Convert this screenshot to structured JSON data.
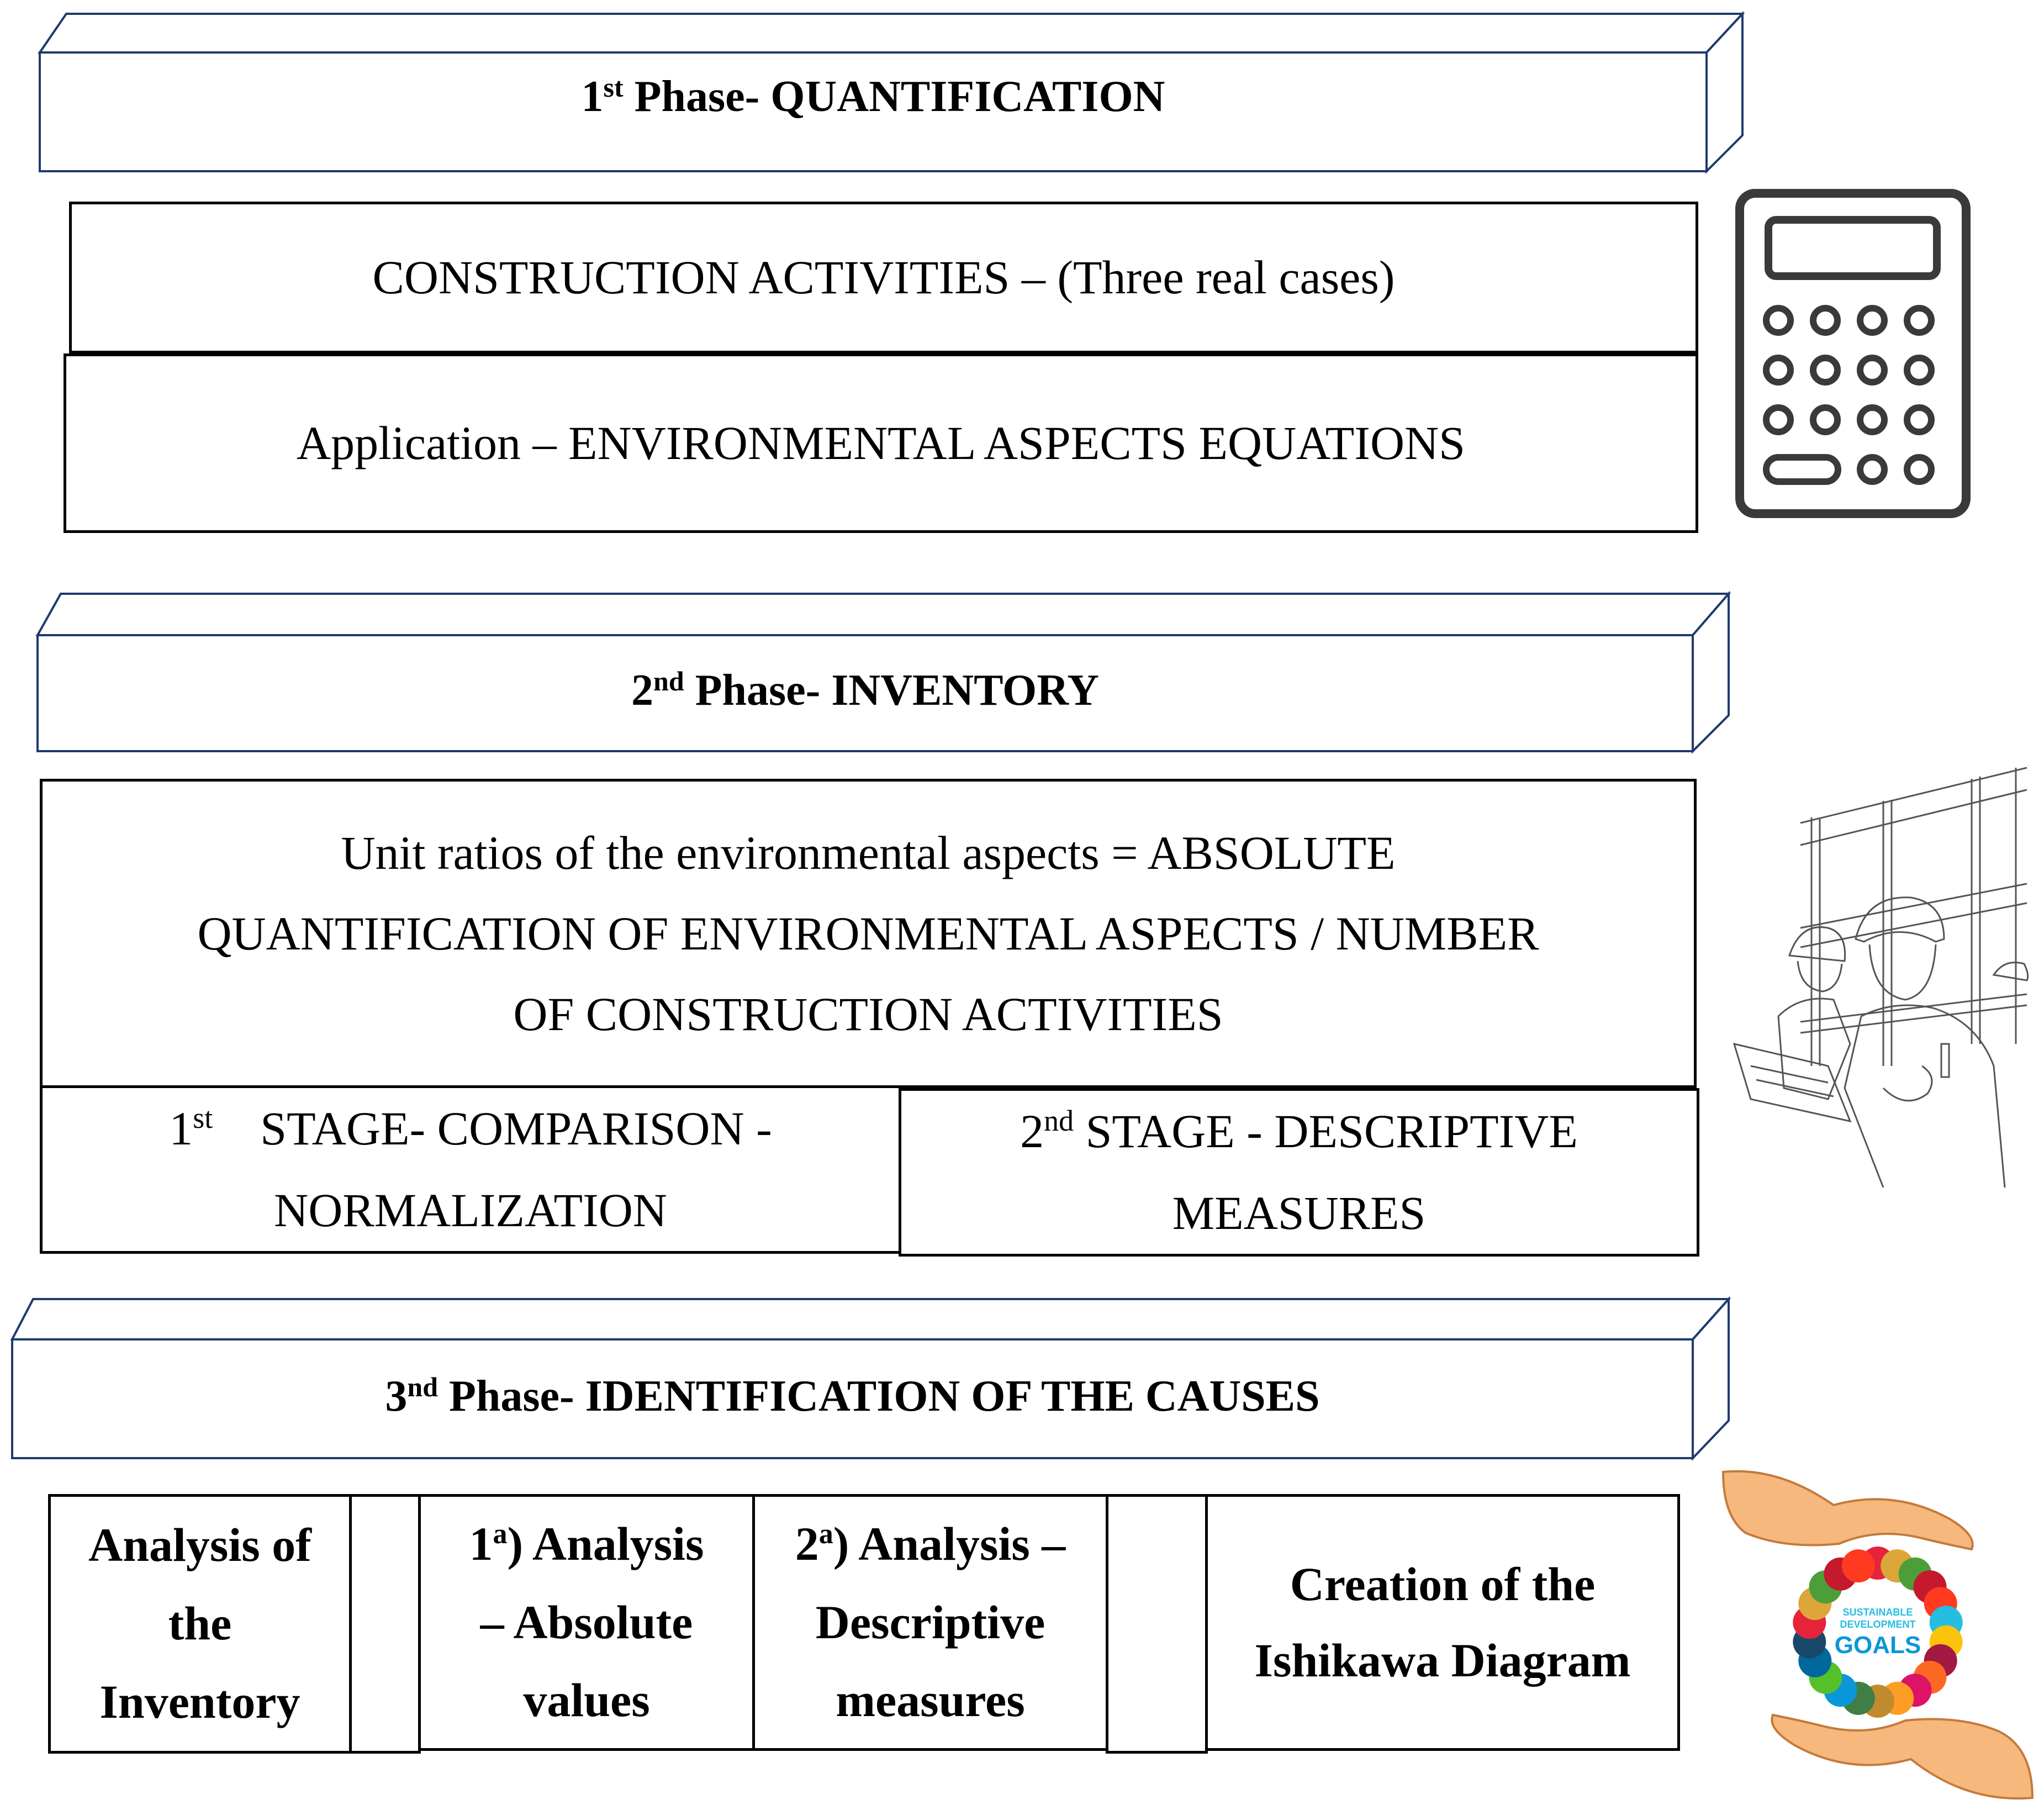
{
  "phases": [
    {
      "ordinal": "1",
      "suffix": "st",
      "title": " Phase- QUANTIFICATION",
      "boxes": [
        "CONSTRUCTION  ACTIVITIES  – (Three real cases)",
        "Application – ENVIRONMENTAL  ASPECTS EQUATIONS"
      ],
      "icon": "calculator-icon"
    },
    {
      "ordinal": "2",
      "suffix": "nd",
      "title": " Phase- INVENTORY",
      "main_box": {
        "line1": "Unit ratios of the environmental aspects = ABSOLUTE",
        "line2": "QUANTIFICATION  OF ENVIRONMENTAL  ASPECTS / NUMBER",
        "line3": "OF CONSTRUCTION  ACTIVITIES"
      },
      "stages": [
        {
          "ordinal": "1",
          "suffix": "st",
          "line1_rest": "    STAGE- COMPARISON -",
          "line2": "NORMALIZATION"
        },
        {
          "ordinal": "2",
          "suffix": "nd",
          "line1_rest": " STAGE - DESCRIPTIVE",
          "line2": "MEASURES"
        }
      ],
      "icon": "construction-workers-illustration"
    },
    {
      "ordinal": "3",
      "suffix": "nd",
      "title": " Phase- IDENTIFICATION OF THE CAUSES",
      "steps": [
        {
          "lines": [
            "Analysis of",
            "the",
            "Inventory"
          ]
        },
        {
          "ordinal": "1",
          "suffix": "a",
          "line1_rest": ") Analysis",
          "lines": [
            "– Absolute",
            "values"
          ]
        },
        {
          "ordinal": "2",
          "suffix": "a",
          "line1_rest": ") Analysis –",
          "lines": [
            "Descriptive",
            "measures"
          ]
        },
        {
          "lines": [
            "Creation of the",
            "Ishikawa Diagram"
          ]
        }
      ],
      "icon": "sdg-hands-illustration",
      "logo_text": {
        "line1": "SUSTAINABLE",
        "line2": "DEVELOPMENT",
        "line3": "GOALS"
      }
    }
  ],
  "colors": {
    "banner_border": "#1f3a6e",
    "box_border": "#000000",
    "calculator": "#3a3a3a",
    "sdg_ring": [
      "#e5243b",
      "#dda63a",
      "#4c9f38",
      "#c5192d",
      "#ff3a21",
      "#26bde2",
      "#fcc30b",
      "#a21942",
      "#fd6925",
      "#dd1367",
      "#fd9d24",
      "#bf8b2e",
      "#3f7e44",
      "#0a97d9",
      "#56c02b",
      "#00689d",
      "#19486a"
    ],
    "hand": "#f6b87c"
  }
}
